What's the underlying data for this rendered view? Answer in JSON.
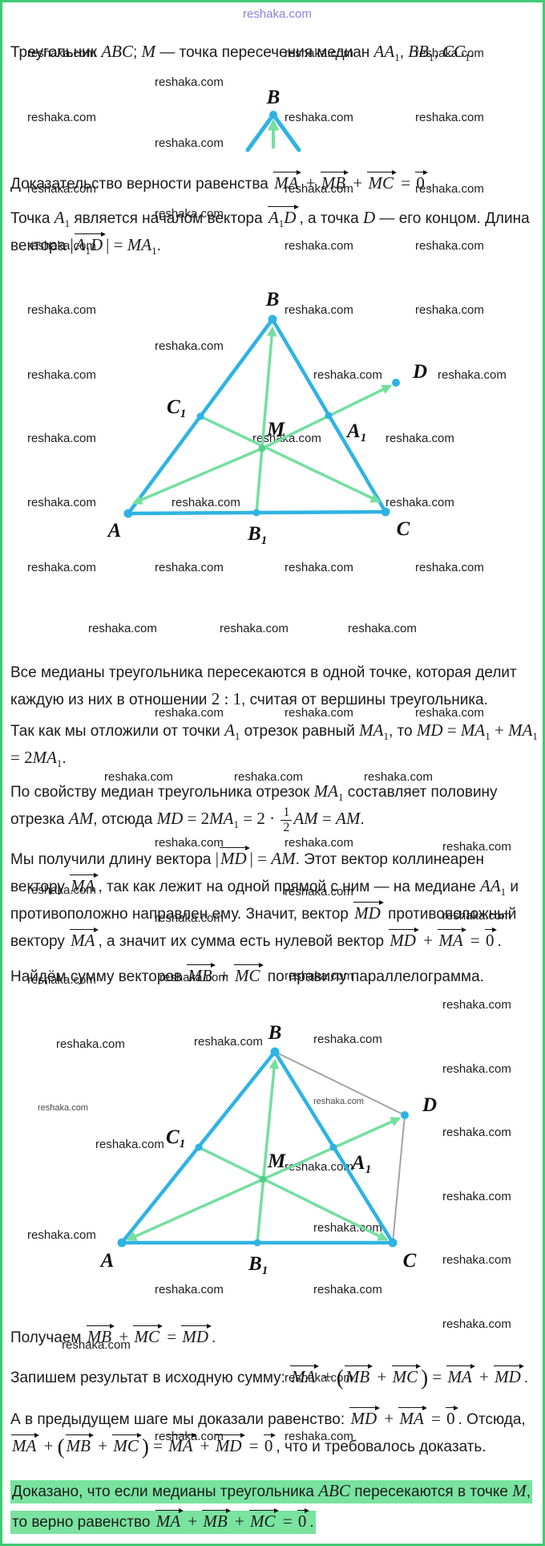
{
  "colors": {
    "border_green": "#40ca74",
    "triangle_cyan": "#2eb3e3",
    "median_green": "#74dfa0",
    "parallelogram_gray": "#a3a3a3",
    "highlight_green": "#79e39f",
    "watermark_top_purple": "#8a7fe0"
  },
  "watermarks": {
    "text": "reshaka.com",
    "positions": [
      [
        300,
        6,
        1
      ],
      [
        31,
        55,
        0
      ],
      [
        352,
        55,
        0
      ],
      [
        515,
        55,
        0
      ],
      [
        190,
        91,
        0
      ],
      [
        31,
        135,
        0
      ],
      [
        352,
        135,
        0
      ],
      [
        515,
        135,
        0
      ],
      [
        190,
        167,
        0
      ],
      [
        31,
        224,
        0
      ],
      [
        352,
        224,
        0
      ],
      [
        515,
        224,
        0
      ],
      [
        190,
        255,
        0
      ],
      [
        31,
        295,
        0
      ],
      [
        352,
        295,
        0
      ],
      [
        515,
        295,
        0
      ],
      [
        31,
        375,
        0
      ],
      [
        352,
        375,
        0
      ],
      [
        515,
        375,
        0
      ],
      [
        190,
        420,
        0
      ],
      [
        31,
        456,
        0
      ],
      [
        388,
        456,
        0
      ],
      [
        543,
        456,
        0
      ],
      [
        31,
        535,
        0
      ],
      [
        312,
        535,
        0
      ],
      [
        478,
        535,
        0
      ],
      [
        31,
        615,
        0
      ],
      [
        211,
        615,
        0
      ],
      [
        478,
        615,
        0
      ],
      [
        31,
        696,
        0
      ],
      [
        190,
        696,
        0
      ],
      [
        352,
        696,
        0
      ],
      [
        515,
        696,
        0
      ],
      [
        107,
        772,
        0
      ],
      [
        271,
        772,
        0
      ],
      [
        431,
        772,
        0
      ],
      [
        190,
        877,
        0
      ],
      [
        352,
        877,
        0
      ],
      [
        515,
        877,
        0
      ],
      [
        127,
        957,
        0
      ],
      [
        289,
        957,
        0
      ],
      [
        451,
        957,
        0
      ],
      [
        190,
        1039,
        0
      ],
      [
        352,
        1039,
        0
      ],
      [
        549,
        1044,
        0
      ],
      [
        31,
        1098,
        0
      ],
      [
        352,
        1100,
        0
      ],
      [
        190,
        1133,
        0
      ],
      [
        549,
        1130,
        0
      ],
      [
        31,
        1210,
        0
      ],
      [
        196,
        1207,
        0
      ],
      [
        352,
        1205,
        0
      ],
      [
        549,
        1241,
        0
      ],
      [
        67,
        1290,
        0
      ],
      [
        239,
        1287,
        0
      ],
      [
        388,
        1284,
        0
      ],
      [
        549,
        1321,
        0
      ],
      [
        44,
        1372,
        2
      ],
      [
        388,
        1364,
        2
      ],
      [
        549,
        1400,
        0
      ],
      [
        116,
        1415,
        0
      ],
      [
        352,
        1443,
        0
      ],
      [
        549,
        1480,
        0
      ],
      [
        31,
        1528,
        0
      ],
      [
        388,
        1519,
        0
      ],
      [
        549,
        1559,
        0
      ],
      [
        190,
        1596,
        0
      ],
      [
        388,
        1596,
        0
      ],
      [
        549,
        1639,
        0
      ],
      [
        74,
        1665,
        0
      ],
      [
        352,
        1706,
        0
      ],
      [
        190,
        1779,
        0
      ],
      [
        352,
        1779,
        0
      ]
    ]
  },
  "paragraphs": {
    "p1": [
      {
        "t": "t",
        "v": "Треугольник "
      },
      {
        "t": "m",
        "v": "ABC"
      },
      {
        "t": "t",
        "v": "; "
      },
      {
        "t": "m",
        "v": "M"
      },
      {
        "t": "t",
        "v": " — точка пересечения медиан "
      },
      {
        "t": "m",
        "v": "AA_1"
      },
      {
        "t": "t",
        "v": ", "
      },
      {
        "t": "m",
        "v": "BB_1"
      },
      {
        "t": "t",
        "v": ", "
      },
      {
        "t": "m",
        "v": "CC_1"
      },
      {
        "t": "t",
        "v": "."
      }
    ],
    "p2": [
      {
        "t": "t",
        "v": "Доказательство верности равенства "
      },
      {
        "t": "v",
        "v": "MA"
      },
      {
        "t": "m",
        "v": " + "
      },
      {
        "t": "v",
        "v": "MB"
      },
      {
        "t": "m",
        "v": " + "
      },
      {
        "t": "v",
        "v": "MC"
      },
      {
        "t": "m",
        "v": " = "
      },
      {
        "t": "v",
        "v": "0"
      },
      {
        "t": "t",
        "v": "."
      }
    ],
    "p3": [
      {
        "t": "t",
        "v": "Точка "
      },
      {
        "t": "m",
        "v": "A_1"
      },
      {
        "t": "t",
        "v": " является началом вектора "
      },
      {
        "t": "v",
        "v": "A_1D"
      },
      {
        "t": "t",
        "v": ", а точка "
      },
      {
        "t": "m",
        "v": "D"
      },
      {
        "t": "t",
        "v": " — его концом. Длина вектора "
      },
      {
        "t": "m",
        "v": "|"
      },
      {
        "t": "v",
        "v": "A_1D"
      },
      {
        "t": "m",
        "v": "|"
      },
      {
        "t": "m",
        "v": " = "
      },
      {
        "t": "m",
        "v": "MA_1"
      },
      {
        "t": "t",
        "v": "."
      }
    ],
    "p4": [
      {
        "t": "t",
        "v": "Все медианы треугольника пересекаются в одной точке, которая делит каждую из них в отношении "
      },
      {
        "t": "m",
        "v": "2 : 1"
      },
      {
        "t": "t",
        "v": ", считая от вершины треугольника."
      }
    ],
    "p5": [
      {
        "t": "t",
        "v": "Так как мы отложили от точки "
      },
      {
        "t": "m",
        "v": "A_1"
      },
      {
        "t": "t",
        "v": " отрезок равный "
      },
      {
        "t": "m",
        "v": "MA_1"
      },
      {
        "t": "t",
        "v": ", то "
      },
      {
        "t": "m",
        "v": "MD = MA_1 + MA_1 = 2MA_1"
      },
      {
        "t": "t",
        "v": "."
      }
    ],
    "p6": [
      {
        "t": "t",
        "v": "По свойству медиан треугольника отрезок "
      },
      {
        "t": "m",
        "v": "MA_1"
      },
      {
        "t": "t",
        "v": " составляет половину отрезка "
      },
      {
        "t": "m",
        "v": "AM"
      },
      {
        "t": "t",
        "v": ", отсюда "
      },
      {
        "t": "m",
        "v": "MD = 2MA_1 = 2 · "
      },
      {
        "t": "f",
        "n": "1",
        "d": "2"
      },
      {
        "t": "m",
        "v": "AM = AM"
      },
      {
        "t": "t",
        "v": "."
      }
    ],
    "p7": [
      {
        "t": "t",
        "v": "Мы получили длину вектора "
      },
      {
        "t": "m",
        "v": "|"
      },
      {
        "t": "v",
        "v": "MD"
      },
      {
        "t": "m",
        "v": "|"
      },
      {
        "t": "m",
        "v": " = AM"
      },
      {
        "t": "t",
        "v": ". Этот вектор коллинеарен вектору "
      },
      {
        "t": "v",
        "v": "MA"
      },
      {
        "t": "t",
        "v": ", так как лежит на одной прямой с ним — на медиане "
      },
      {
        "t": "m",
        "v": "AA_1"
      },
      {
        "t": "t",
        "v": " и противоположно направлен ему. Значит, вектор "
      },
      {
        "t": "v",
        "v": "MD"
      },
      {
        "t": "t",
        "v": " противоположный вектору "
      },
      {
        "t": "v",
        "v": "MA"
      },
      {
        "t": "t",
        "v": ", а значит их сумма есть нулевой вектор "
      },
      {
        "t": "v",
        "v": "MD"
      },
      {
        "t": "m",
        "v": " + "
      },
      {
        "t": "v",
        "v": "MA"
      },
      {
        "t": "m",
        "v": " = "
      },
      {
        "t": "v",
        "v": "0"
      },
      {
        "t": "t",
        "v": "."
      }
    ],
    "p8": [
      {
        "t": "t",
        "v": "Найдём сумму векторов "
      },
      {
        "t": "v",
        "v": "MB"
      },
      {
        "t": "m",
        "v": " + "
      },
      {
        "t": "v",
        "v": "MC"
      },
      {
        "t": "t",
        "v": " по правилу параллелограмма."
      }
    ],
    "p9": [
      {
        "t": "t",
        "v": "Получаем "
      },
      {
        "t": "v",
        "v": "MB"
      },
      {
        "t": "m",
        "v": " + "
      },
      {
        "t": "v",
        "v": "MC"
      },
      {
        "t": "m",
        "v": " = "
      },
      {
        "t": "v",
        "v": "MD"
      },
      {
        "t": "t",
        "v": "."
      }
    ],
    "p10": [
      {
        "t": "t",
        "v": "Запишем результат в исходную сумму: "
      },
      {
        "t": "v",
        "v": "MA"
      },
      {
        "t": "m",
        "v": " + "
      },
      {
        "t": "p",
        "v": "("
      },
      {
        "t": "v",
        "v": "MB"
      },
      {
        "t": "m",
        "v": " + "
      },
      {
        "t": "v",
        "v": "MC"
      },
      {
        "t": "p",
        "v": ")"
      },
      {
        "t": "m",
        "v": " = "
      },
      {
        "t": "v",
        "v": "MA"
      },
      {
        "t": "m",
        "v": " + "
      },
      {
        "t": "v",
        "v": "MD"
      },
      {
        "t": "t",
        "v": "."
      }
    ],
    "p11": [
      {
        "t": "t",
        "v": "А в предыдущем шаге мы доказали равенство: "
      },
      {
        "t": "v",
        "v": "MD"
      },
      {
        "t": "m",
        "v": " + "
      },
      {
        "t": "v",
        "v": "MA"
      },
      {
        "t": "m",
        "v": " = "
      },
      {
        "t": "v",
        "v": "0"
      },
      {
        "t": "t",
        "v": ". Отсюда, "
      },
      {
        "t": "v",
        "v": "MA"
      },
      {
        "t": "m",
        "v": " + "
      },
      {
        "t": "p",
        "v": "("
      },
      {
        "t": "v",
        "v": "MB"
      },
      {
        "t": "m",
        "v": " + "
      },
      {
        "t": "v",
        "v": "MC"
      },
      {
        "t": "p",
        "v": ")"
      },
      {
        "t": "m",
        "v": " = "
      },
      {
        "t": "v",
        "v": "MA"
      },
      {
        "t": "m",
        "v": " + "
      },
      {
        "t": "v",
        "v": "MD"
      },
      {
        "t": "m",
        "v": " = "
      },
      {
        "t": "v",
        "v": "0"
      },
      {
        "t": "t",
        "v": ", что и требовалось доказать."
      }
    ],
    "p12": [
      {
        "t": "t",
        "v": "Доказано, что если медианы треугольника "
      },
      {
        "t": "m",
        "v": "ABC"
      },
      {
        "t": "t",
        "v": " пересекаются в точке "
      },
      {
        "t": "m",
        "v": "M"
      },
      {
        "t": "t",
        "v": ", то верно равенство "
      },
      {
        "t": "v",
        "v": "MA"
      },
      {
        "t": "m",
        "v": " + "
      },
      {
        "t": "v",
        "v": "MB"
      },
      {
        "t": "m",
        "v": " + "
      },
      {
        "t": "v",
        "v": "MC"
      },
      {
        "t": "m",
        "v": " = "
      },
      {
        "t": "v",
        "v": "0"
      },
      {
        "t": "t",
        "v": "."
      }
    ]
  },
  "mini_figure": {
    "label_B": "B"
  },
  "diagram1": {
    "labels": {
      "A": "A",
      "B": "B",
      "C": "C",
      "D": "D",
      "M": "M",
      "A1": {
        "main": "A",
        "sub": "1"
      },
      "B1": {
        "main": "B",
        "sub": "1"
      },
      "C1": {
        "main": "C",
        "sub": "1"
      }
    }
  },
  "diagram2": {
    "labels": {
      "A": "A",
      "B": "B",
      "C": "C",
      "D": "D",
      "M": "M",
      "A1": {
        "main": "A",
        "sub": "1"
      },
      "B1": {
        "main": "B",
        "sub": "1"
      },
      "C1": {
        "main": "C",
        "sub": "1"
      }
    }
  }
}
